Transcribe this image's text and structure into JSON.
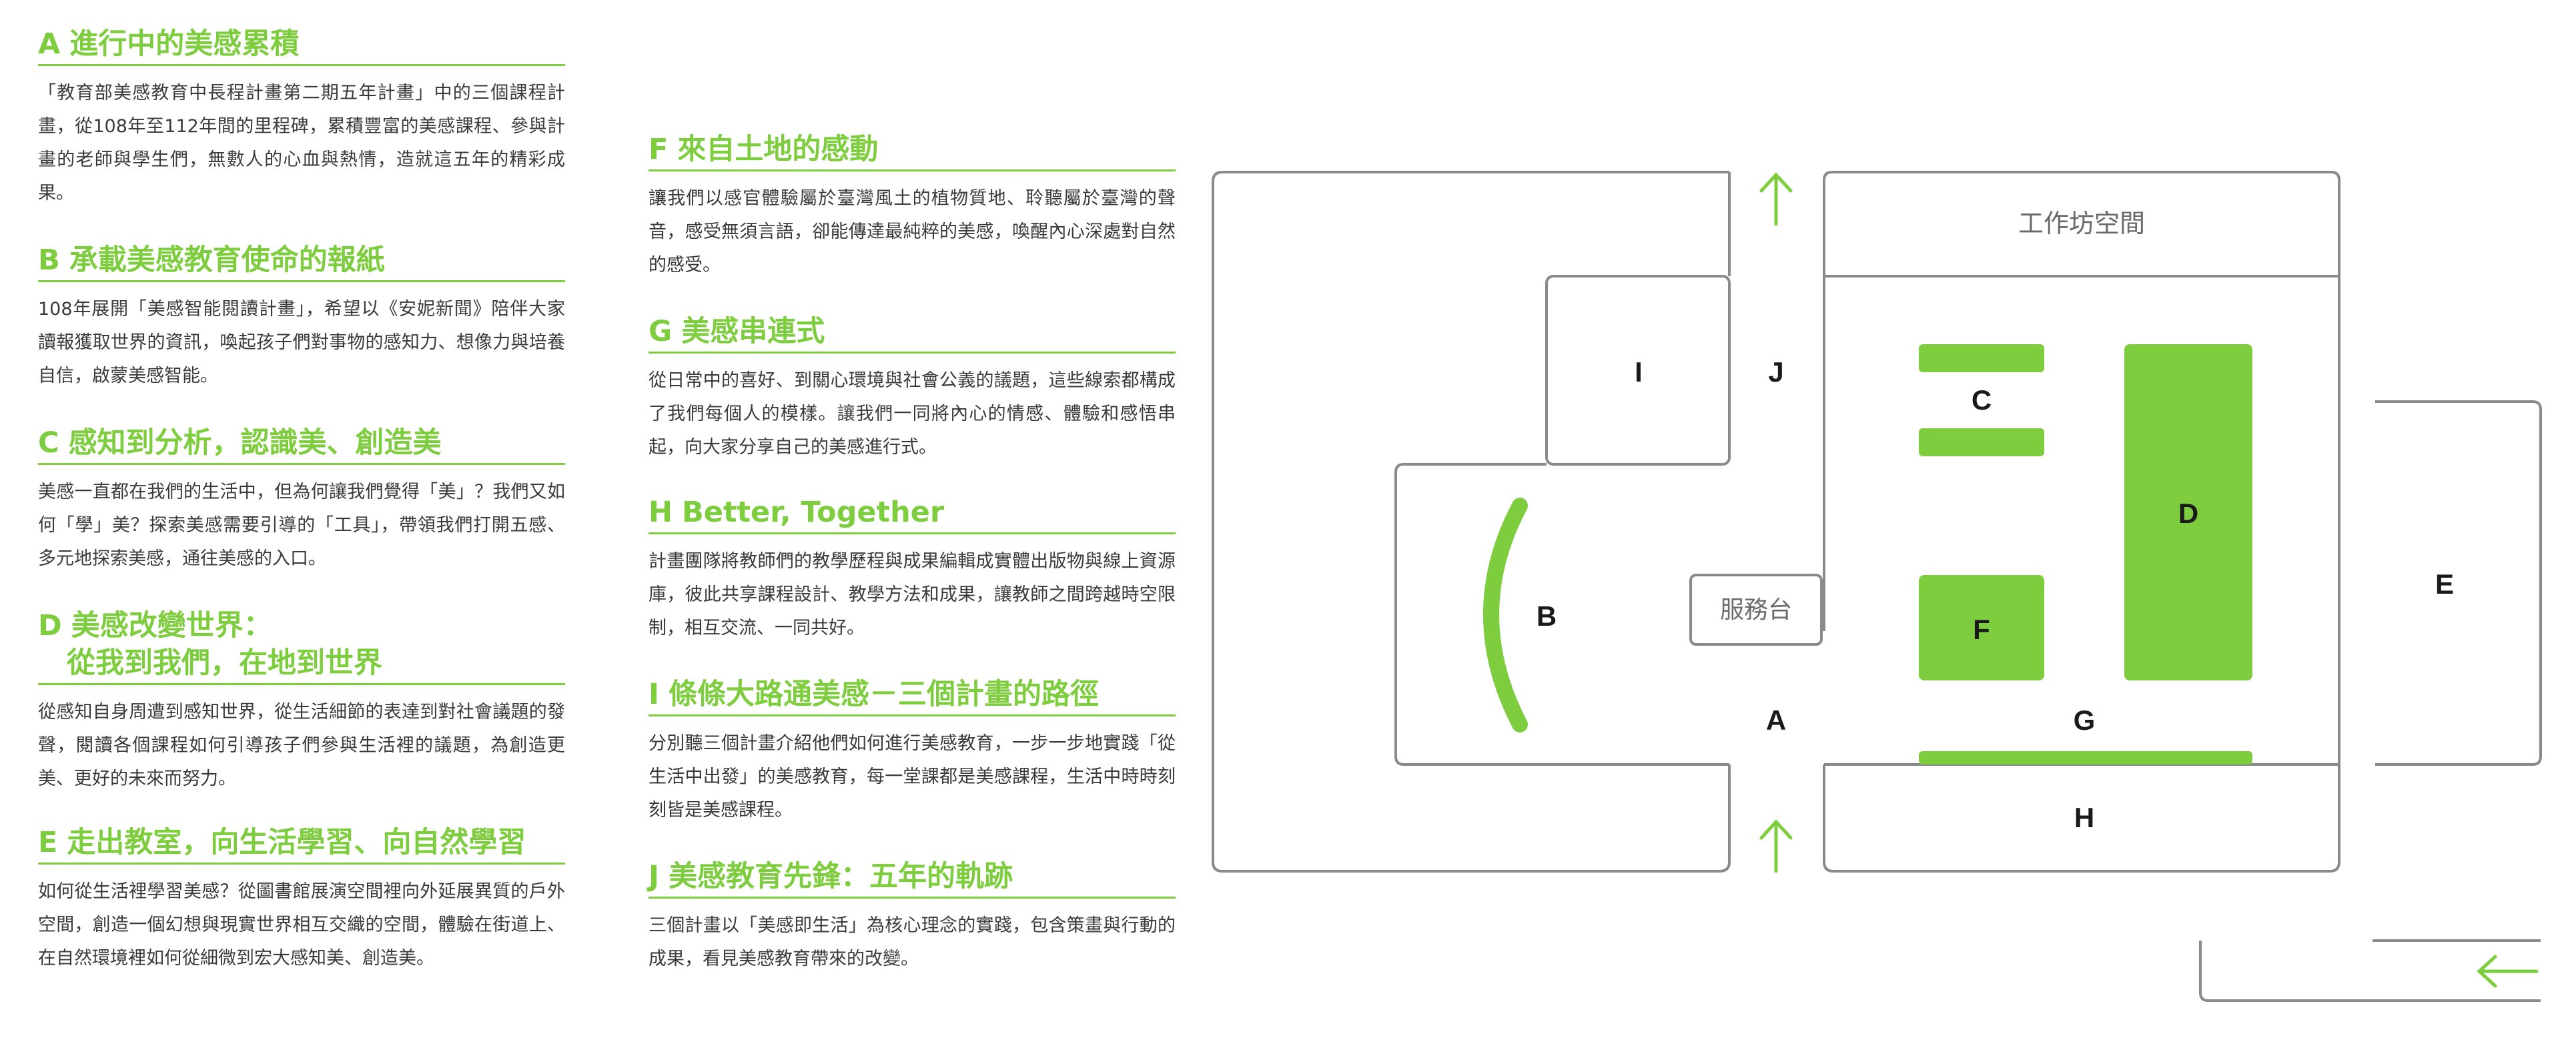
{
  "colors": {
    "accent": "#7dcd3f",
    "text": "#3a3a3a",
    "line": "#8a8a8a"
  },
  "sections": {
    "A": {
      "letter": "A",
      "title": "進行中的美感累積",
      "body": "「教育部美感教育中長程計畫第二期五年計畫」中的三個課程計畫，從108年至112年間的里程碑，累積豐富的美感課程、參與計畫的老師與學生們，無數人的心血與熱情，造就這五年的精彩成果。"
    },
    "B": {
      "letter": "B",
      "title": "承載美感教育使命的報紙",
      "body": "108年展開「美感智能閱讀計畫」，希望以《安妮新聞》陪伴大家讀報獲取世界的資訊，喚起孩子們對事物的感知力、想像力與培養自信，啟蒙美感智能。"
    },
    "C": {
      "letter": "C",
      "title": "感知到分析，認識美、創造美",
      "body": "美感一直都在我們的生活中，但為何讓我們覺得「美」？我們又如何「學」美？探索美感需要引導的「工具」，帶領我們打開五感、多元地探索美感，通往美感的入口。"
    },
    "D": {
      "letter": "D",
      "title": "美感改變世界：\n　從我到我們，在地到世界",
      "body": "從感知自身周遭到感知世界，從生活細節的表達到對社會議題的發聲，閱讀各個課程如何引導孩子們參與生活裡的議題，為創造更美、更好的未來而努力。"
    },
    "E": {
      "letter": "E",
      "title": "走出教室，向生活學習、向自然學習",
      "body": "如何從生活裡學習美感？從圖書館展演空間裡向外延展異質的戶外空間，創造一個幻想與現實世界相互交織的空間，體驗在街道上、在自然環境裡如何從細微到宏大感知美、創造美。"
    },
    "F": {
      "letter": "F",
      "title": "來自土地的感動",
      "body": "讓我們以感官體驗屬於臺灣風土的植物質地、聆聽屬於臺灣的聲音，感受無須言語，卻能傳達最純粹的美感，喚醒內心深處對自然的感受。"
    },
    "G": {
      "letter": "G",
      "title": "美感串連式",
      "body": "從日常中的喜好、到關心環境與社會公義的議題，這些線索都構成了我們每個人的模樣。讓我們一同將內心的情感、體驗和感悟串起，向大家分享自己的美感進行式。"
    },
    "H": {
      "letter": "H",
      "title": "Better, Together",
      "body": "計畫團隊將教師們的教學歷程與成果編輯成實體出版物與線上資源庫，彼此共享課程設計、教學方法和成果，讓教師之間跨越時空限制，相互交流、一同共好。"
    },
    "I": {
      "letter": "I",
      "title": "條條大路通美感－三個計畫的路徑",
      "body": "分別聽三個計畫介紹他們如何進行美感教育，一步一步地實踐「從生活中出發」的美感教育，每一堂課都是美感課程，生活中時時刻刻皆是美感課程。"
    },
    "J": {
      "letter": "J",
      "title": "美感教育先鋒：五年的軌跡",
      "body": "三個計畫以「美感即生活」為核心理念的實踐，包含策畫與行動的成果，看見美感教育帶來的改變。"
    }
  },
  "map": {
    "workshop_label": "工作坊空間",
    "service_desk_label": "服務台",
    "zones": {
      "A": "A",
      "B": "B",
      "C": "C",
      "D": "D",
      "E": "E",
      "F": "F",
      "G": "G",
      "H": "H",
      "I": "I",
      "J": "J"
    },
    "icons": [
      "arrow-up-icon",
      "arrow-up-icon",
      "arrow-left-icon"
    ]
  }
}
